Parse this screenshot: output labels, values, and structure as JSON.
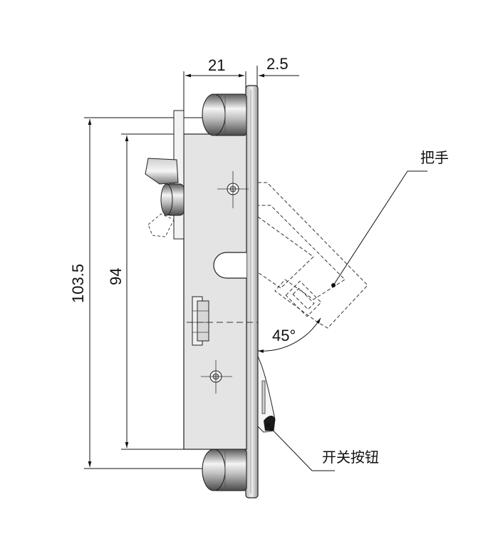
{
  "dimensions": {
    "width_21": "21",
    "thickness_2_5": "2.5",
    "height_103_5": "103.5",
    "height_94": "94",
    "angle_45": "45°"
  },
  "labels": {
    "handle": "把手",
    "switch_button": "开关按钮"
  },
  "colors": {
    "line": "#1a1a1a",
    "body_fill": "#e6e6e6",
    "plate_fill": "#d9d9d9",
    "metal_dark": "#6d6d6d",
    "metal_light": "#f2f2f2"
  }
}
